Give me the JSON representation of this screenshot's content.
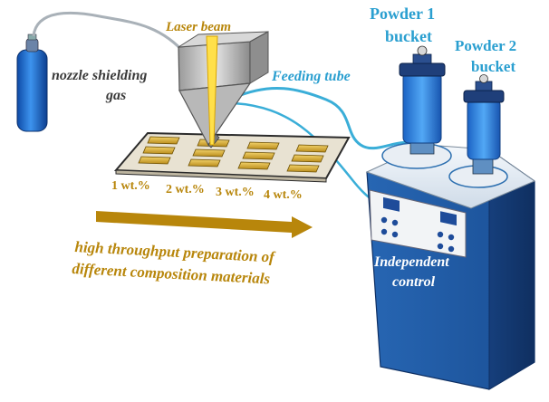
{
  "labels": {
    "laser_beam": "Laser beam",
    "nozzle_line1": "nozzle shielding",
    "nozzle_line2": "gas",
    "feeding_tube": "Feeding tube",
    "powder1_line1": "Powder 1",
    "powder1_line2": "bucket",
    "powder2_line1": "Powder 2",
    "powder2_line2": "bucket",
    "control_line1": "Independent",
    "control_line2": "control",
    "compositions": [
      "1 wt.%",
      "2 wt.%",
      "3 wt.%",
      "4 wt.%"
    ],
    "caption_line1": "high throughput preparation of",
    "caption_line2": "different composition materials"
  },
  "colors": {
    "gold": "#b8860b",
    "tube_blue": "#3aaed8",
    "cabinet_blue": "#1f5aa0",
    "bucket_blue": "#2f86d6",
    "cylinder_blue": "#1e6fd0"
  }
}
